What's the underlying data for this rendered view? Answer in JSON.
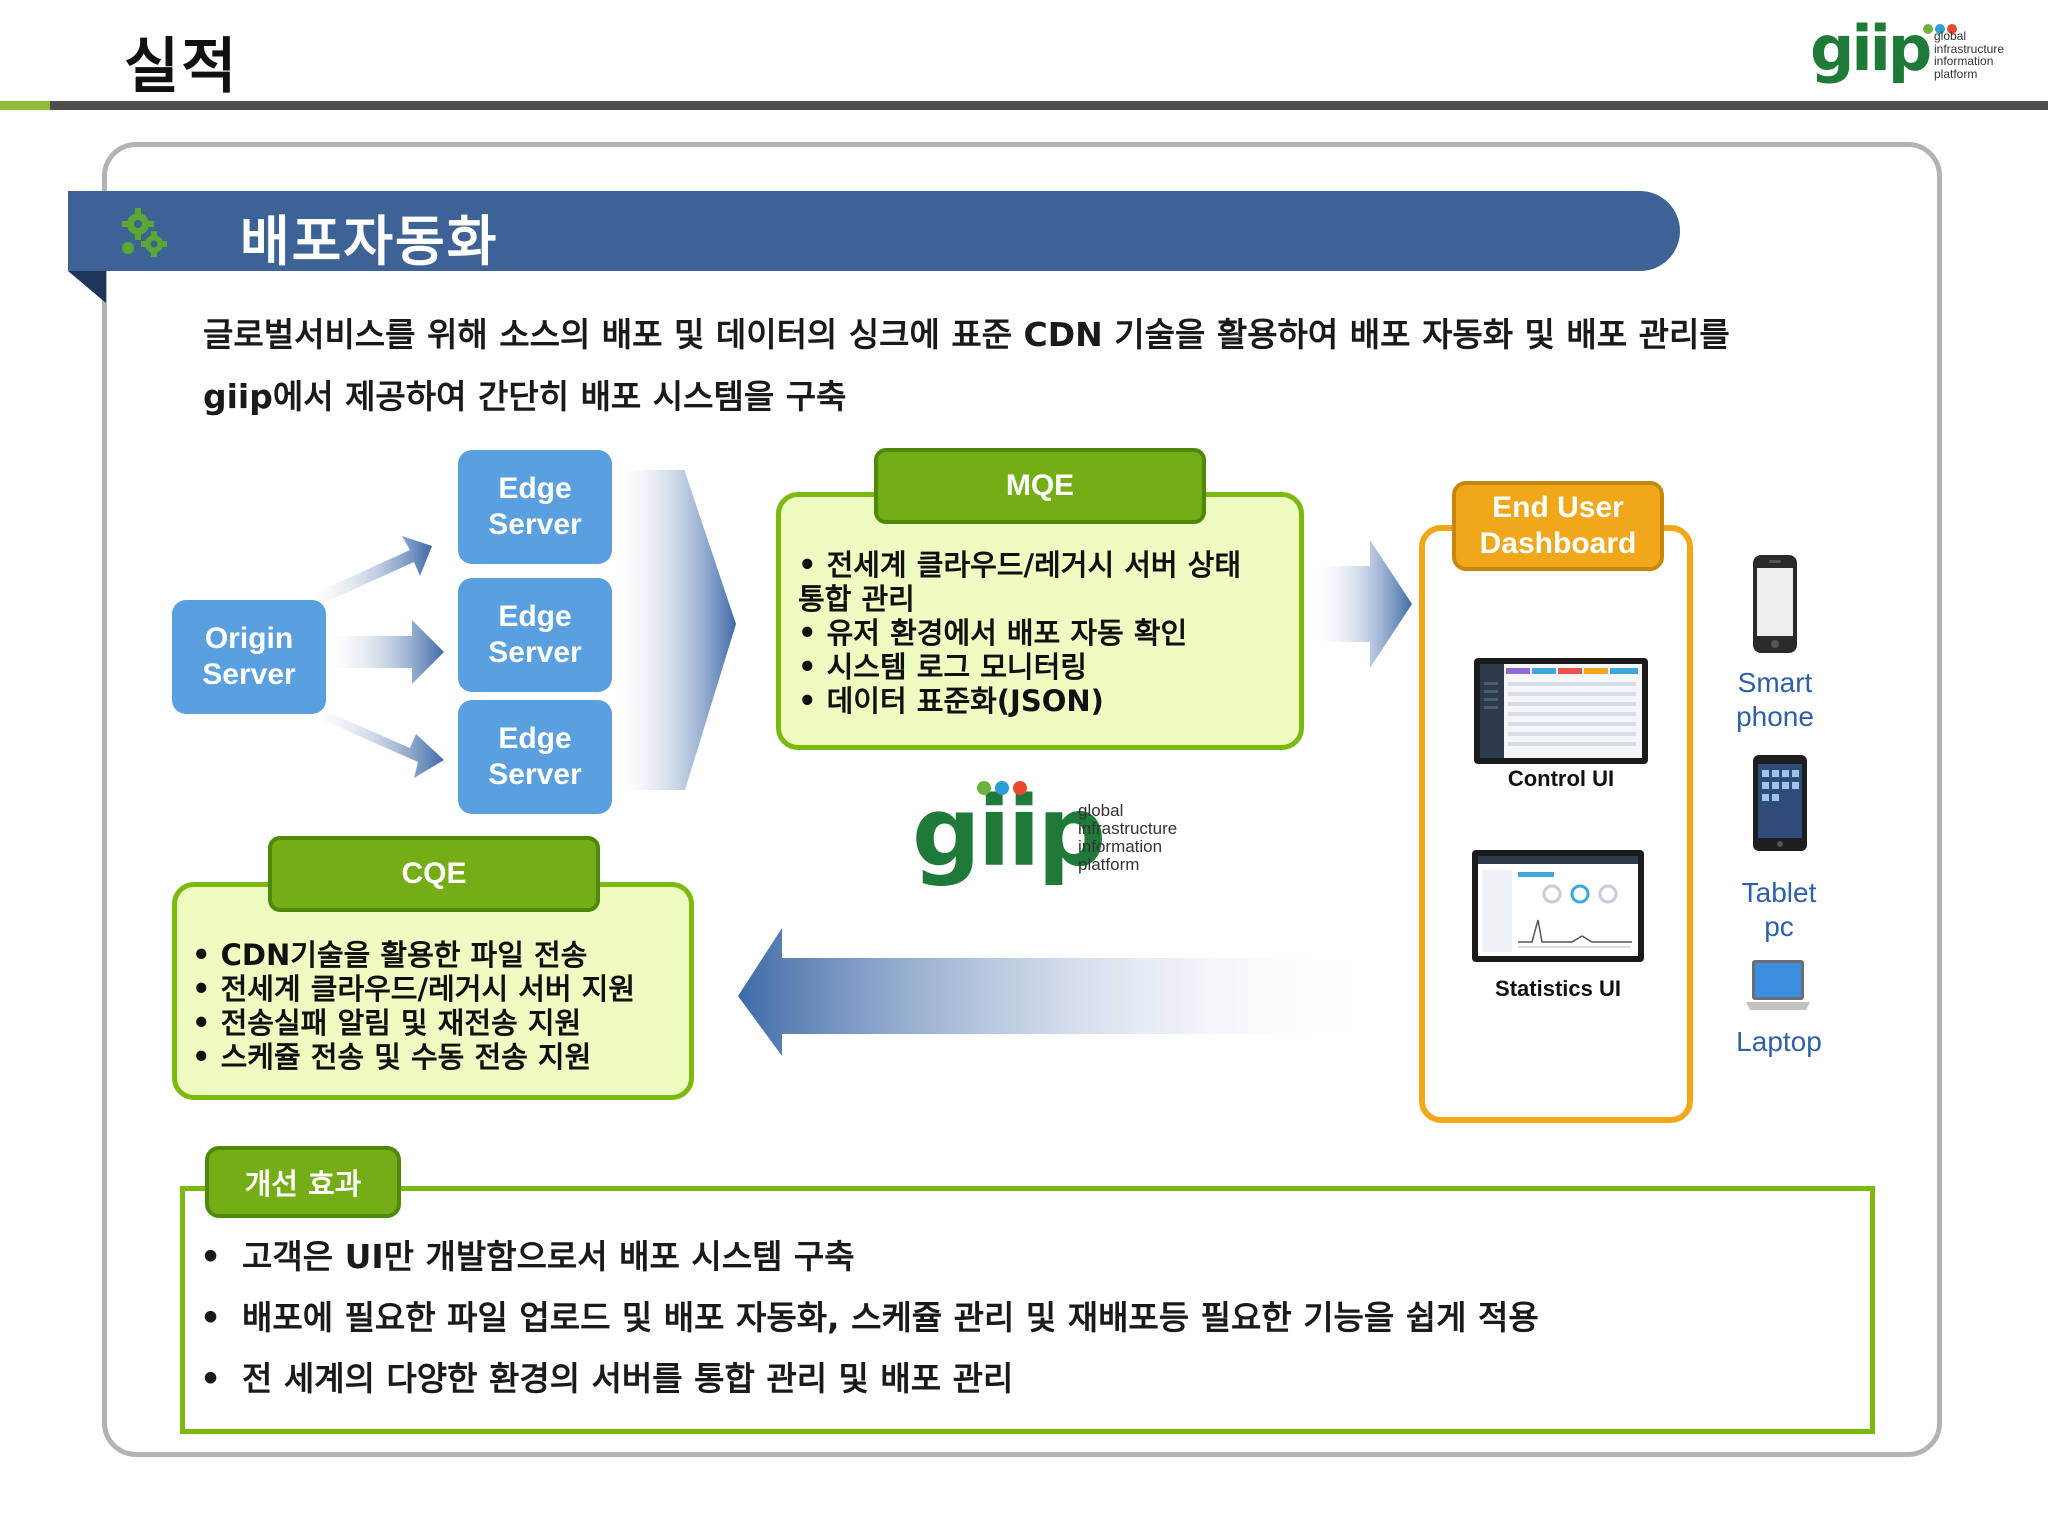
{
  "header": {
    "title": "실적",
    "logo": {
      "word": "giip",
      "tagline": [
        "global",
        "infrastructure",
        "information",
        "platform"
      ]
    }
  },
  "section": {
    "title": "배포자동화",
    "description": [
      "글로벌서비스를 위해 소스의 배포 및 데이터의 싱크에 표준 CDN 기술을 활용하여 배포 자동화 및 배포 관리를",
      "giip에서 제공하여 간단히 배포 시스템을 구축"
    ]
  },
  "diagram": {
    "origin": [
      "Origin",
      "Server"
    ],
    "edges": [
      [
        "Edge",
        "Server"
      ],
      [
        "Edge",
        "Server"
      ],
      [
        "Edge",
        "Server"
      ]
    ],
    "mqe": {
      "title": "MQE",
      "bullets": [
        "• 전세계 클라우드/레거시 서버 상태",
        "통합 관리",
        "• 유저 환경에서 배포 자동 확인",
        "• 시스템 로그 모니터링",
        "• 데이터 표준화(JSON)"
      ]
    },
    "cqe": {
      "title": "CQE",
      "bullets": [
        "• CDN기술을 활용한 파일 전송",
        "• 전세계 클라우드/레거시 서버 지원",
        "• 전송실패 알림 및 재전송 지원",
        "• 스케쥴 전송 및 수동 전송 지원"
      ]
    },
    "center_logo": {
      "word": "giip",
      "tagline": [
        "global",
        "infrastructure",
        "information",
        "platform"
      ]
    },
    "dashboard": {
      "title": [
        "End User",
        "Dashboard"
      ],
      "screens": [
        "Control UI",
        "Statistics UI"
      ]
    },
    "devices": [
      {
        "label": [
          "Smart",
          "phone"
        ],
        "icon": "smartphone-icon"
      },
      {
        "label": [
          "Tablet",
          "pc"
        ],
        "icon": "tablet-icon"
      },
      {
        "label": [
          "Laptop"
        ],
        "icon": "laptop-icon"
      }
    ]
  },
  "effects": {
    "title": "개선 효과",
    "items": [
      "고객은 UI만 개발함으로서 배포 시스템 구축",
      "배포에 필요한 파일 업로드 및 배포 자동화, 스케쥴 관리 및 재배포등 필요한 기능을 쉽게 적용",
      "전 세계의 다양한 환경의 서버를 통합 관리 및 배포 관리"
    ],
    "bullet": "•"
  },
  "colors": {
    "ribbon": "#3d6296",
    "blue_box": "#5aa0e0",
    "green_border": "#7cb90e",
    "green_fill": "#eefcc1",
    "orange": "#f0a81a",
    "logo_green": "#1f7a3a"
  }
}
